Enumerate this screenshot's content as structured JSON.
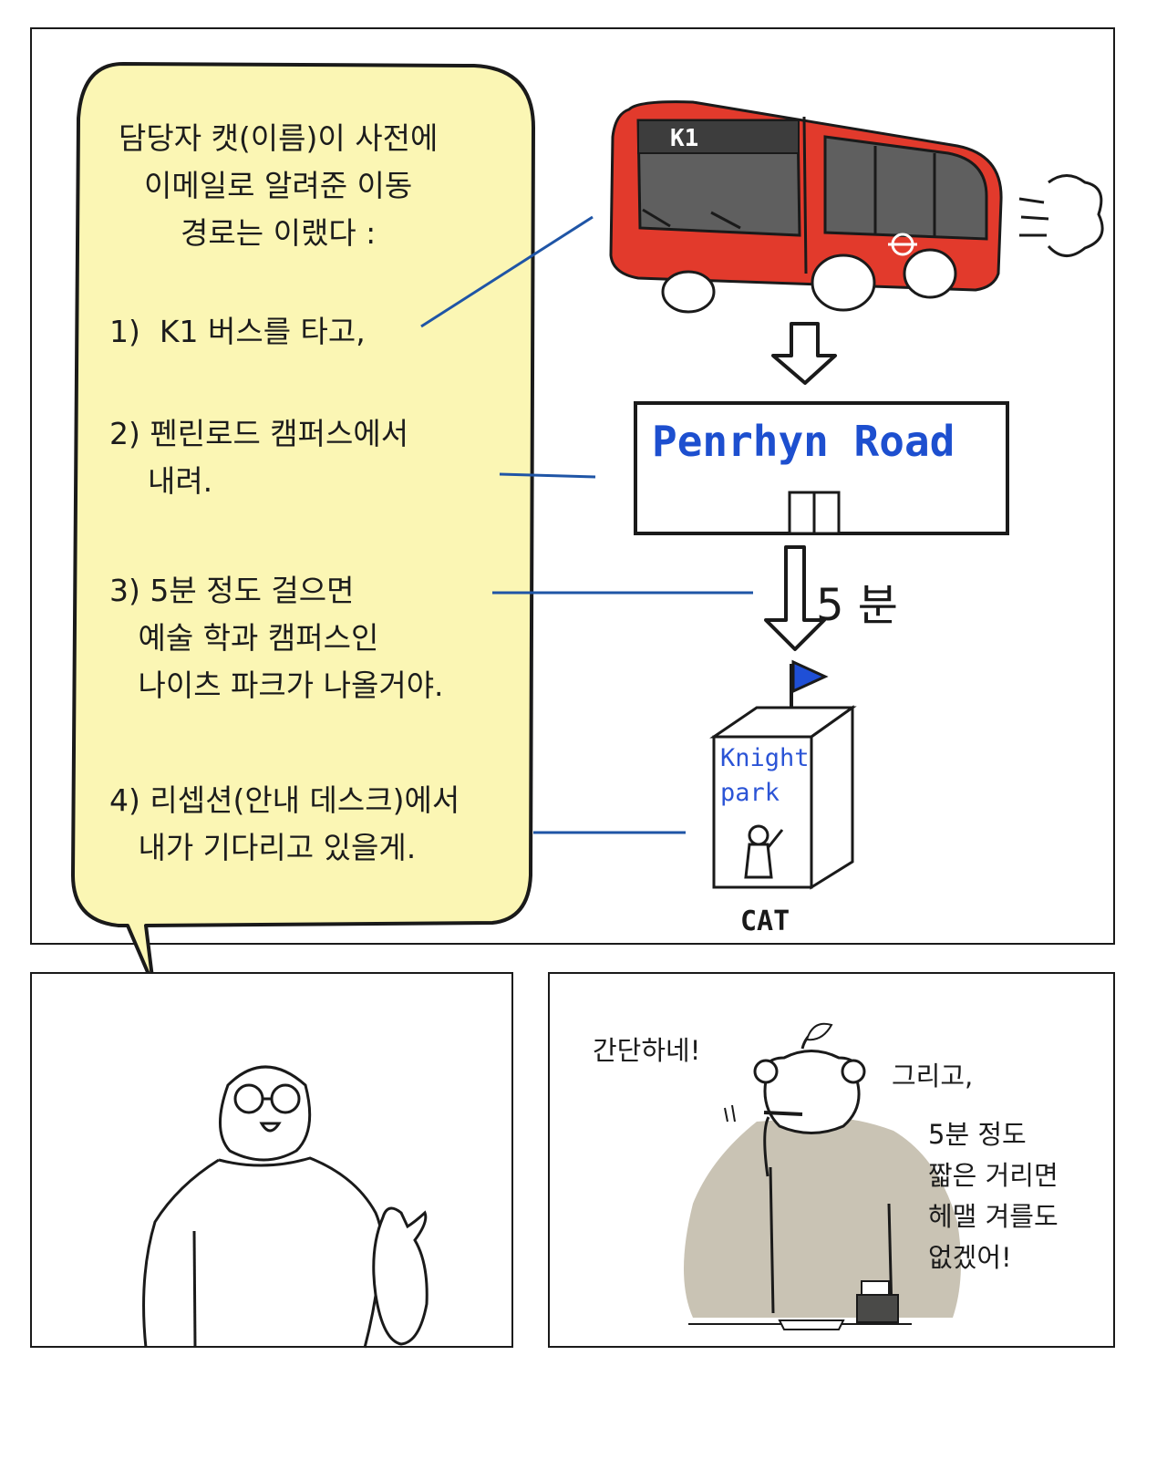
{
  "speech_bubble": {
    "intro": "담당자 캣(이름)이 사전에\n이메일로 알려준 이동\n경로는 이랬다 :",
    "step1": "1)  K1 버스를 타고,",
    "step2": "2) 펜린로드 캠퍼스에서\n    내려.",
    "step3": "3) 5분 정도 걸으면\n   예술 학과 캠퍼스인\n   나이츠 파크가 나올거야.",
    "step4": "4) 리셉션(안내 데스크)에서\n   내가 기다리고 있을게."
  },
  "illustration": {
    "bus_label": "K1",
    "stop_sign": "Penrhyn Road",
    "walk_time": "5 분",
    "building_line1": "Knight",
    "building_line2": "park",
    "person_name": "CAT"
  },
  "panel_right": {
    "text1": "간단하네!",
    "text2": "그리고,",
    "text3": "5분 정도\n짧은 거리면\n헤맬 겨를도\n없겠어!"
  },
  "colors": {
    "bubble_fill": "#fbf6b4",
    "bus_red": "#e23a2c",
    "connector_blue": "#1f55a6",
    "sign_text_blue": "#1d4fcf",
    "figure_gray": "#c9c3b4"
  }
}
